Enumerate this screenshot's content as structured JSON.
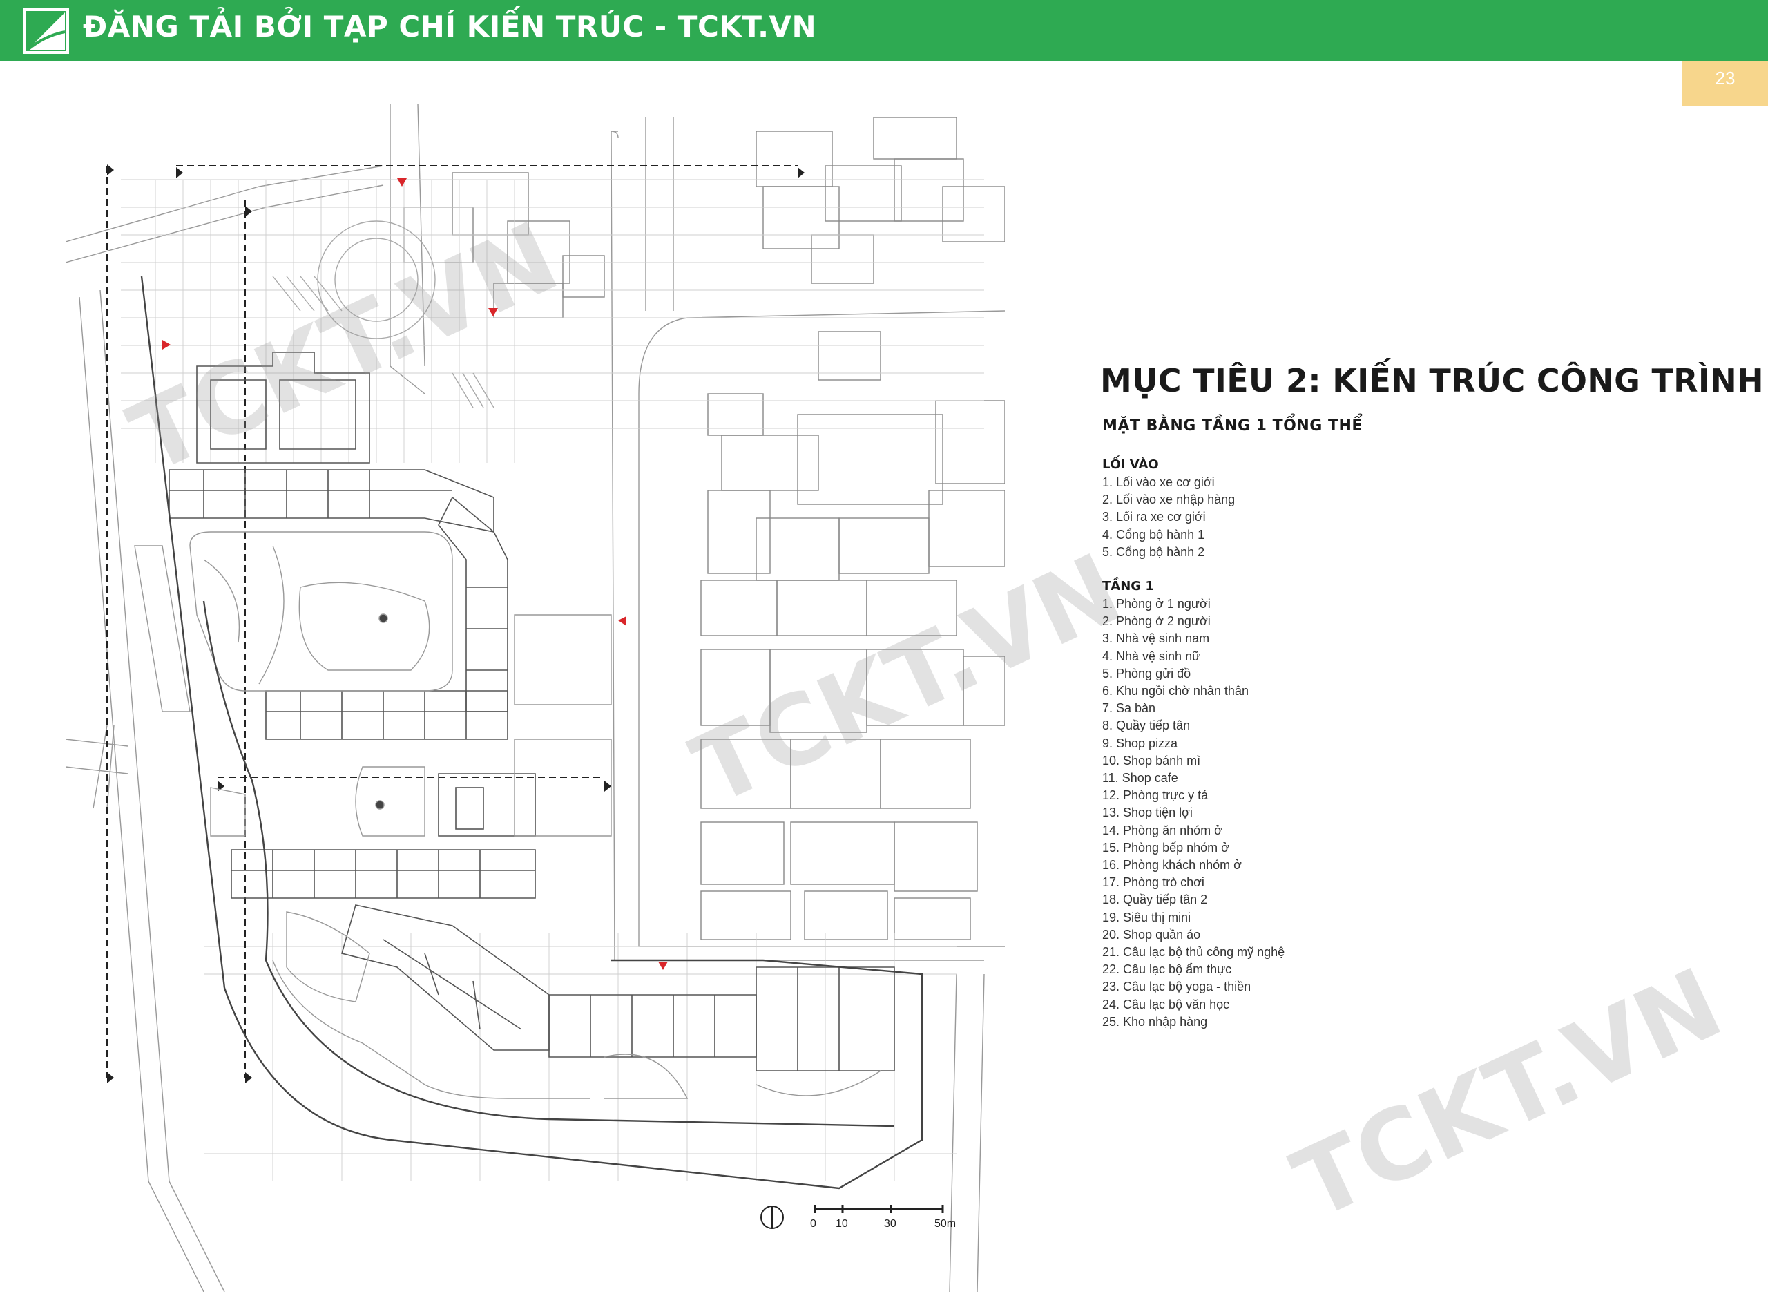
{
  "header": {
    "banner_text": "ĐĂNG TẢI BỞI TẠP CHÍ KIẾN TRÚC - TCKT.VN",
    "page_number": "23",
    "brand_color": "#2eaa52",
    "page_tab_color": "#f7d68c"
  },
  "watermark": {
    "text": "TCKT.VN"
  },
  "plan": {
    "scale_labels": [
      "0",
      "10",
      "30",
      "50m"
    ]
  },
  "content": {
    "title": "MỤC TIÊU 2: KIẾN TRÚC CÔNG TRÌNH",
    "subtitle": "MẶT BẰNG TẦNG 1 TỔNG THỂ",
    "entrances": {
      "heading": "LỐI VÀO",
      "items": [
        "1. Lối vào xe cơ giới",
        "2. Lối vào xe nhập hàng",
        "3. Lối ra xe cơ giới",
        "4. Cổng bộ hành 1",
        "5. Cổng bộ hành 2"
      ]
    },
    "floor1": {
      "heading": "TẦNG 1",
      "items": [
        "1. Phòng ở 1 người",
        "2. Phòng ở 2 người",
        "3. Nhà vệ sinh nam",
        "4. Nhà vệ sinh nữ",
        "5. Phòng gửi đồ",
        "6. Khu ngồi chờ nhân thân",
        "7. Sa bàn",
        "8. Quầy tiếp tân",
        "9. Shop pizza",
        "10. Shop bánh mì",
        "11. Shop cafe",
        "12. Phòng trực y tá",
        "13. Shop tiện lợi",
        "14. Phòng ăn nhóm ở",
        "15. Phòng bếp nhóm ở",
        "16. Phòng khách nhóm ở",
        "17. Phòng trò chơi",
        "18. Quầy tiếp tân 2",
        "19. Siêu thị mini",
        "20. Shop quần áo",
        "21. Câu lạc bộ thủ công mỹ nghệ",
        "22. Câu lạc bộ ẩm thực",
        "23. Câu lạc bộ yoga - thiền",
        "24. Câu lạc bộ văn học",
        "25. Kho nhập hàng"
      ]
    }
  }
}
